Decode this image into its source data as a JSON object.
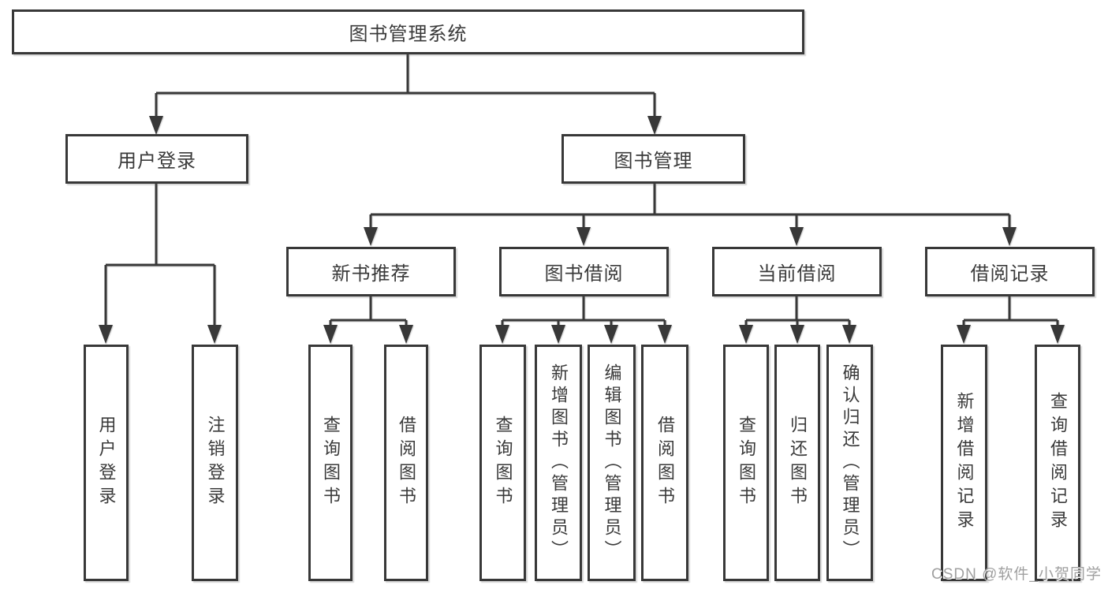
{
  "tree": {
    "label": "图书管理系统",
    "children": [
      {
        "label": "用户登录",
        "children": [
          {
            "label": "用户登录"
          },
          {
            "label": "注销登录"
          }
        ]
      },
      {
        "label": "图书管理",
        "children": [
          {
            "label": "新书推荐",
            "children": [
              {
                "label": "查询图书"
              },
              {
                "label": "借阅图书"
              }
            ]
          },
          {
            "label": "图书借阅",
            "children": [
              {
                "label": "查询图书"
              },
              {
                "label": "新增图书（管理员）"
              },
              {
                "label": "编辑图书（管理员）"
              },
              {
                "label": "借阅图书"
              }
            ]
          },
          {
            "label": "当前借阅",
            "children": [
              {
                "label": "查询图书"
              },
              {
                "label": "归还图书"
              },
              {
                "label": "确认归还（管理员）"
              }
            ]
          },
          {
            "label": "借阅记录",
            "children": [
              {
                "label": "新增借阅记录"
              },
              {
                "label": "查询借阅记录"
              }
            ]
          }
        ]
      }
    ]
  },
  "watermark": {
    "text": "CSDN @软件_小贺同学"
  },
  "colors": {
    "line": "#383838",
    "text": "#3a3a3a",
    "background": "#ffffff",
    "watermark": "#a0a0a0"
  }
}
